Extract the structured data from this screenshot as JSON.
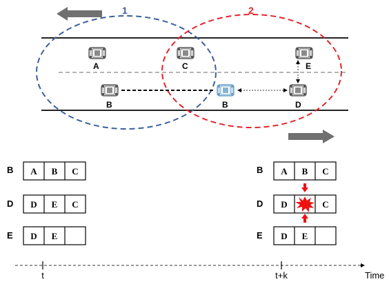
{
  "zones": {
    "zone1_label": "1",
    "zone2_label": "2",
    "zone1_color": "#3b5f9c",
    "zone2_color": "#e0252b"
  },
  "vehicles": {
    "a": "A",
    "c": "C",
    "e": "E",
    "b_old": "B",
    "b_new": "B",
    "d": "D"
  },
  "tables_t": {
    "rows": [
      {
        "label": "B",
        "cells": [
          "A",
          "B",
          "C"
        ]
      },
      {
        "label": "D",
        "cells": [
          "D",
          "E",
          "C"
        ]
      },
      {
        "label": "E",
        "cells": [
          "D",
          "E",
          ""
        ]
      }
    ]
  },
  "tables_tk": {
    "rows": [
      {
        "label": "B",
        "cells": [
          "A",
          "B",
          "C"
        ]
      },
      {
        "label": "D",
        "cells": [
          "D",
          "",
          "C"
        ]
      },
      {
        "label": "E",
        "cells": [
          "D",
          "E",
          ""
        ]
      }
    ]
  },
  "timeline": {
    "t": "t",
    "tk": "t+k",
    "axis": "Time"
  },
  "colors": {
    "arrow_gray": "#707070",
    "collision_red": "#ee1111",
    "car_body": "#d0d0d0",
    "car_highlight": "#a9cfe8"
  }
}
